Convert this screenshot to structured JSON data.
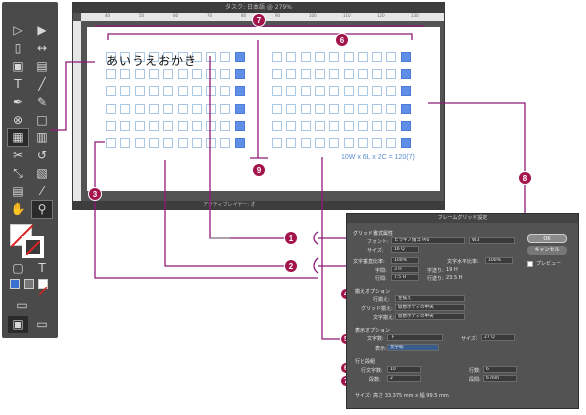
{
  "doc": {
    "title": "タスク: 日本語 @ 279%",
    "status": "アクティブレイヤー: オ",
    "ruler_marks": [
      "40",
      "50",
      "60",
      "70",
      "80",
      "90",
      "100",
      "110",
      "120",
      "130"
    ],
    "grid_text": "あいうえおかき",
    "calc_text": "10W x 6L x 2C = 120(7)"
  },
  "badges": [
    "1",
    "2",
    "3",
    "4",
    "5",
    "6",
    "7",
    "8",
    "9"
  ],
  "dialog": {
    "title": "フレームグリッド設定",
    "ok": "OK",
    "cancel": "キャンセル",
    "preview": "プレビュー",
    "sec_font": "グリッド書式属性",
    "font_label": "フォント:",
    "font_value": "ヒラギノ角ゴ Pro",
    "font_weight": "W3",
    "size_label": "サイズ:",
    "size_value": "16 Q",
    "vscale_label": "文字垂直比率:",
    "vscale_value": "100%",
    "hscale_label": "文字水平比率:",
    "hscale_value": "100%",
    "aki_label": "字間:",
    "aki_value": "3 H",
    "aki_result_label": "字送り:",
    "aki_result": "19 H",
    "gyokan_label": "行間:",
    "gyokan_value": "7.5 H",
    "gyookuri_label": "行送り:",
    "gyookuri": "23.5 H",
    "sec_align": "揃えオプション",
    "line_align_label": "行揃え:",
    "line_align_value": "左揃え",
    "grid_align_label": "グリッド揃え:",
    "grid_align_value": "仮想ボディの中央",
    "char_align_label": "文字揃え:",
    "char_align_value": "仮想ボディの中央",
    "sec_view": "表示オプション",
    "count_label": "文字数:",
    "count_value": "下",
    "view_size_label": "サイズ:",
    "view_size_value": "27 Q",
    "display_label": "表示:",
    "display_value": "文字枠",
    "sec_cols": "行と段組",
    "chars_per_line_label": "行文字数:",
    "chars_per_line": "10",
    "lines_label": "行数:",
    "lines_value": "6",
    "cols_label": "段数:",
    "cols_value": "2",
    "gutter_label": "段間:",
    "gutter_value": "6 mm",
    "size_result": "サイズ: 高さ 33.375 mm x 幅 99.5 mm"
  },
  "colors": {
    "badge": "#a3144d",
    "line": "#8e1a78",
    "cell_blue": "#5e8ee6"
  }
}
